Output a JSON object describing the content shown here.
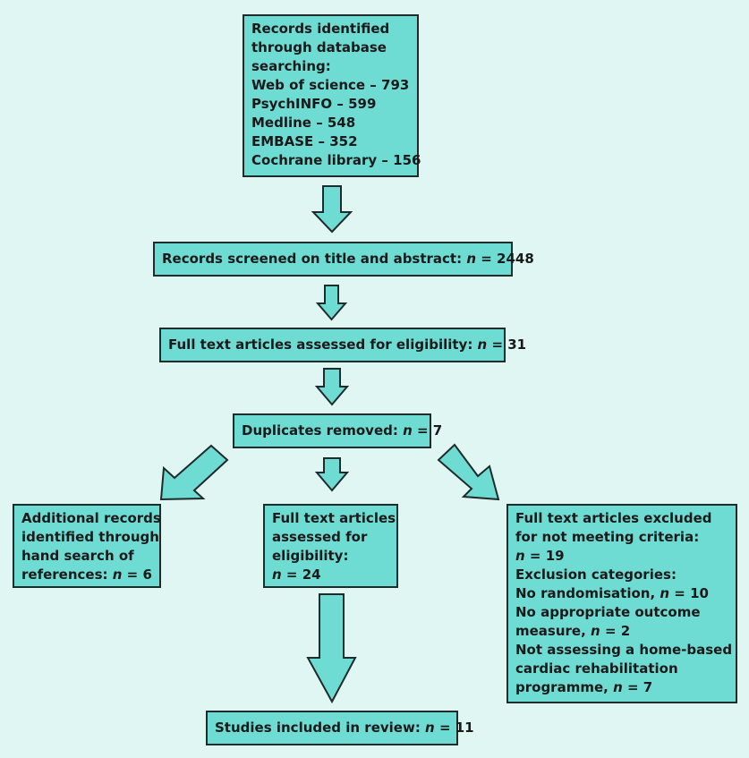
{
  "boxes": {
    "records_identified": {
      "lines": [
        "Records identified",
        "through database",
        "searching:",
        "Web of science – 793",
        "PsychINFO – 599",
        "Medline – 548",
        "EMBASE – 352",
        "Cochrane library – 156"
      ]
    },
    "screened": {
      "text": "Records screened on title and abstract: ",
      "n": "2448"
    },
    "full_text_assessed": {
      "text": "Full text articles assessed for eligibility: ",
      "n": "31"
    },
    "duplicates": {
      "text": "Duplicates removed: ",
      "n": "7"
    },
    "additional": {
      "lines": [
        "Additional records",
        "identified through",
        "hand search of"
      ],
      "last_prefix": "references: ",
      "n": "6"
    },
    "eligible": {
      "lines": [
        "Full text articles",
        "assessed for",
        "eligibility:"
      ],
      "n": "24"
    },
    "excluded": {
      "line1": "Full text articles excluded",
      "line2": "for not meeting criteria:",
      "n": "19",
      "line4": "Exclusion categories:",
      "cat1_text": "No randomisation, ",
      "cat1_n": "10",
      "cat2_line1": "No appropriate outcome",
      "cat2_text": "measure, ",
      "cat2_n": "2",
      "cat3_line1": "Not assessing a home-based",
      "cat3_line2": "cardiac rehabilitation",
      "cat3_text": "programme, ",
      "cat3_n": "7"
    },
    "included": {
      "text": "Studies included in review: ",
      "n": "11"
    }
  },
  "n_symbol": "n",
  "equals": " = "
}
